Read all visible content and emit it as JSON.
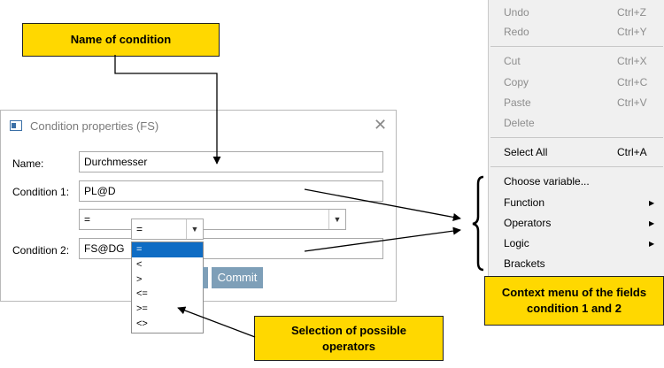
{
  "callouts": {
    "name_of_condition": "Name of condition",
    "selection_line1": "Selection of possible",
    "selection_line2": "operators",
    "context_line1": "Context menu  of the fields",
    "context_line2": "condition 1 and 2"
  },
  "dialog": {
    "title": "Condition properties (FS)",
    "close_glyph": "✕",
    "name_label": "Name:",
    "name_value": "Durchmesser",
    "condition1_label": "Condition 1:",
    "condition1_value": "PL@D",
    "operator_value": "=",
    "small_operator_value": "=",
    "condition2_label": "Condition 2:",
    "condition2_value": "FS@DG",
    "commit_label": "Commit"
  },
  "operators": [
    "=",
    "<",
    ">",
    "<=",
    ">=",
    "<>"
  ],
  "context_menu": {
    "items": [
      {
        "label": "Undo",
        "shortcut": "Ctrl+Z"
      },
      {
        "label": "Redo",
        "shortcut": "Ctrl+Y"
      },
      {
        "label": "Cut",
        "shortcut": "Ctrl+X"
      },
      {
        "label": "Copy",
        "shortcut": "Ctrl+C"
      },
      {
        "label": "Paste",
        "shortcut": "Ctrl+V"
      },
      {
        "label": "Delete"
      },
      {
        "label": "Select All",
        "shortcut": "Ctrl+A"
      },
      {
        "label": "Choose variable..."
      },
      {
        "label": "Function",
        "submenu_glyph": "▶"
      },
      {
        "label": "Operators",
        "submenu_glyph": "▶"
      },
      {
        "label": "Logic",
        "submenu_glyph": "▶"
      },
      {
        "label": "Brackets"
      }
    ]
  },
  "colors": {
    "callout_yellow": "#ffd800",
    "selection_blue": "#0f6cc4",
    "commit_button": "#7e9fb8",
    "disabled_text": "#8d8d8d"
  }
}
